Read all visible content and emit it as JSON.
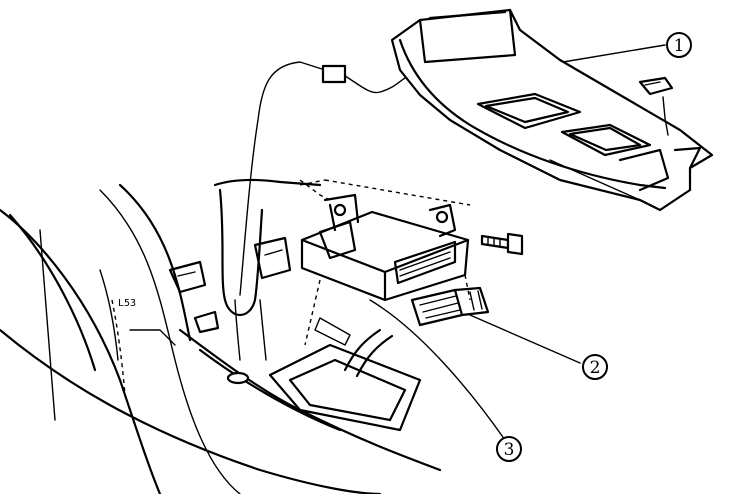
{
  "callouts": [
    {
      "id": "1",
      "label": "1",
      "part": "console-lid"
    },
    {
      "id": "2",
      "label": "2",
      "part": "harness-connector"
    },
    {
      "id": "3",
      "label": "3",
      "part": "control-unit"
    }
  ],
  "small_label": "L53",
  "colors": {
    "ink": "#000000",
    "paper": "#ffffff"
  }
}
